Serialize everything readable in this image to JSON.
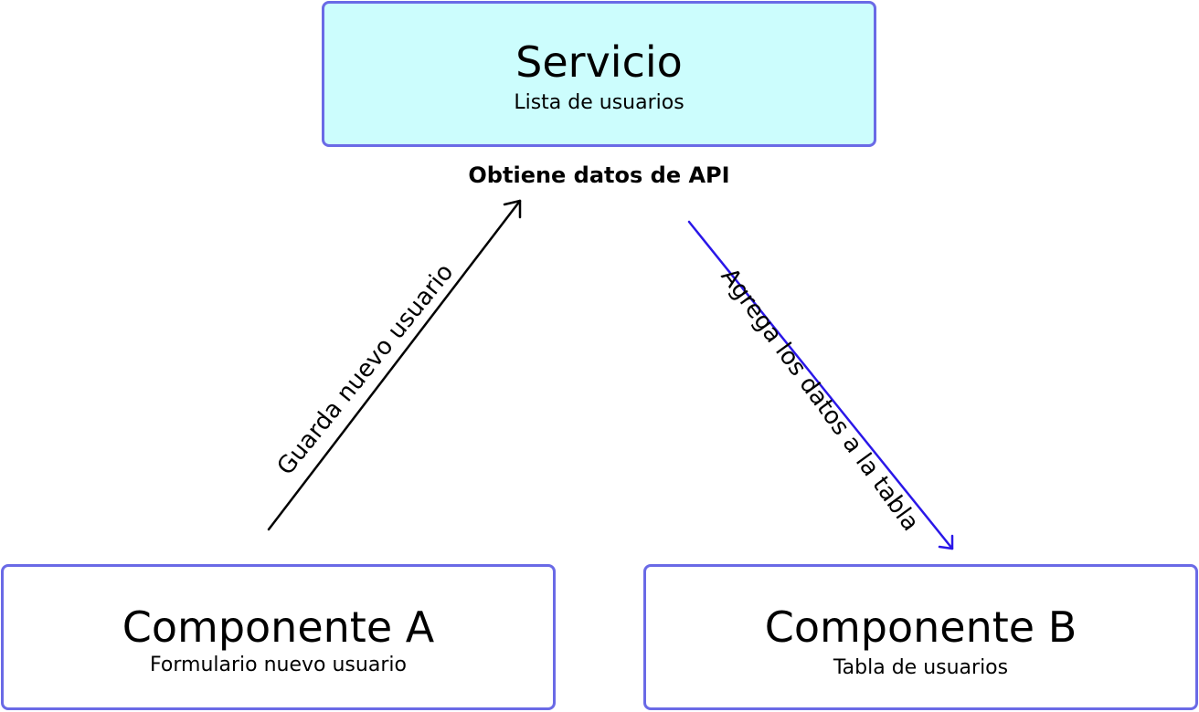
{
  "colors": {
    "box_border": "#6a6ae6",
    "service_fill": "#ccfdfd",
    "arrow_left": "#000000",
    "arrow_right": "#2a17e8"
  },
  "service": {
    "title": "Servicio",
    "subtitle": "Lista de usuarios",
    "api_label": "Obtiene datos de API"
  },
  "component_a": {
    "title": "Componente A",
    "subtitle": "Formulario nuevo usuario"
  },
  "component_b": {
    "title": "Componente B",
    "subtitle": "Tabla de usuarios"
  },
  "edges": {
    "a_to_service": "Guarda nuevo usuario",
    "service_to_b": "Agrega los datos a la tabla"
  }
}
